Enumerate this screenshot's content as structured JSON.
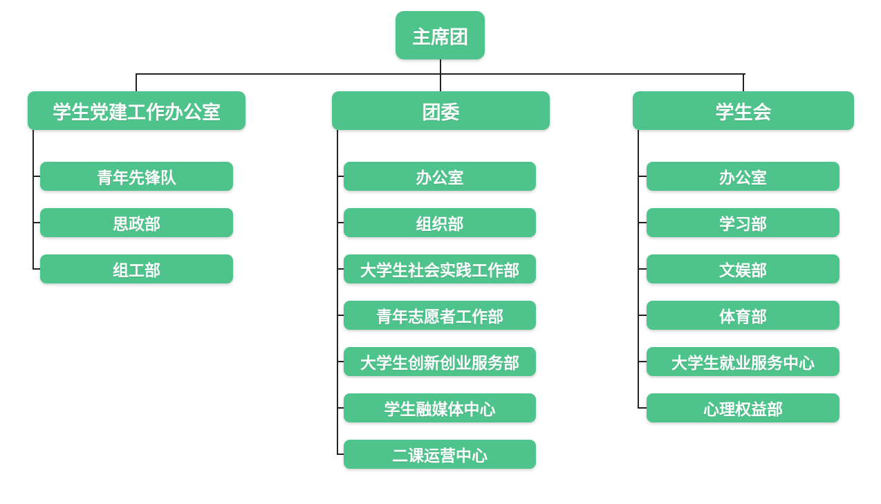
{
  "colors": {
    "node_fill": "#4ec48c",
    "node_text": "#ffffff",
    "connector": "#222222"
  },
  "org": {
    "root": {
      "label": "主席团"
    },
    "branches": [
      {
        "label": "学生党建工作办公室",
        "children": [
          "青年先锋队",
          "思政部",
          "组工部"
        ]
      },
      {
        "label": "团委",
        "children": [
          "办公室",
          "组织部",
          "大学生社会实践工作部",
          "青年志愿者工作部",
          "大学生创新创业服务部",
          "学生融媒体中心",
          "二课运营中心"
        ]
      },
      {
        "label": "学生会",
        "children": [
          "办公室",
          "学习部",
          "文娱部",
          "体育部",
          "大学生就业服务中心",
          "心理权益部"
        ]
      }
    ]
  }
}
